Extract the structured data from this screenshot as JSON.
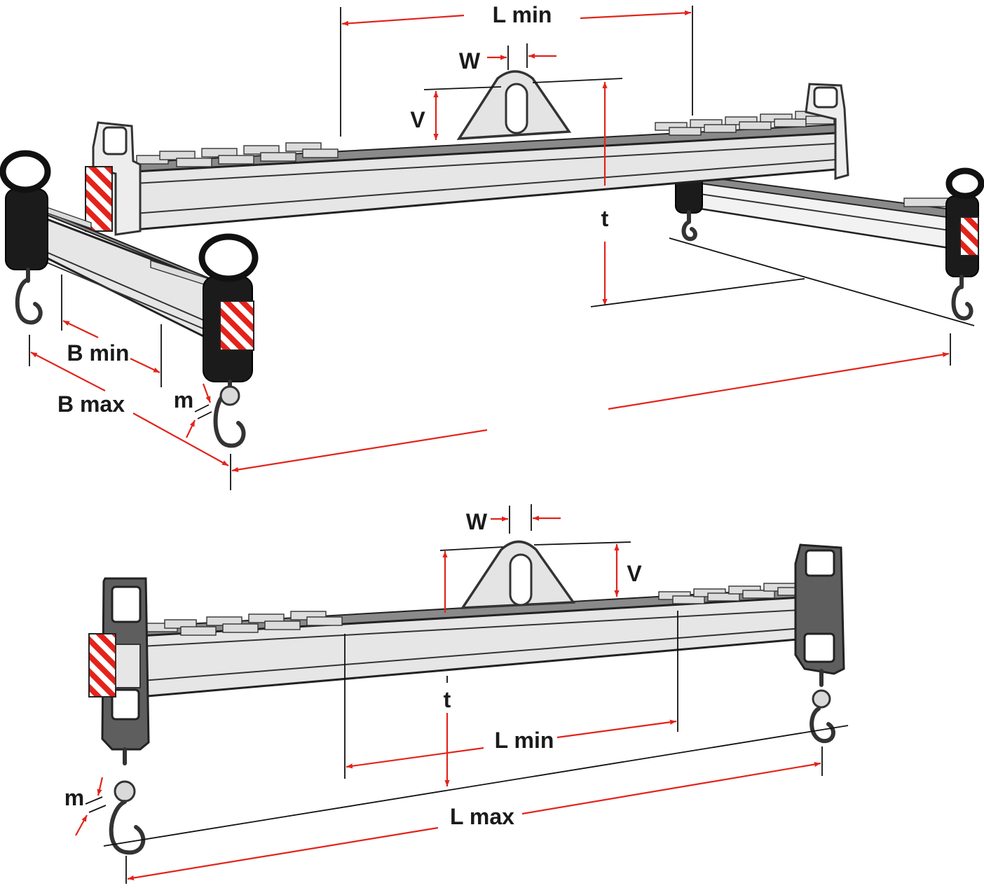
{
  "labels": {
    "top": {
      "l_min": "L min",
      "w": "W",
      "v": "V",
      "t": "t",
      "b_min": "B min",
      "b_max": "B max",
      "m": "m"
    },
    "bottom": {
      "w": "W",
      "v": "V",
      "t": "t",
      "l_min": "L min",
      "l_max": "L max",
      "m": "m"
    }
  },
  "colors": {
    "dimension": "#e3231b",
    "warning_stripe": "#e3231b",
    "ink": "#111111",
    "beam": "#e6e6e6"
  }
}
